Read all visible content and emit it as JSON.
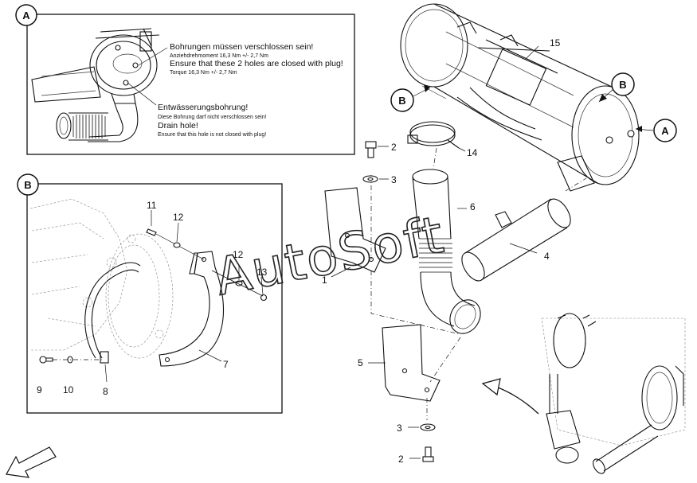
{
  "callouts": {
    "a": "A",
    "b": "B",
    "a_right": "A",
    "b_top": "B",
    "b_right": "B"
  },
  "panel_a": {
    "line1_de": "Bohrungen müssen verschlossen sein!",
    "line1_de_torque": "Anziehdrehmoment 16,3 Nm +/- 2,7 Nm",
    "line1_en": "Ensure that these 2 holes are closed with plug!",
    "line1_en_torque": "Torque 16,3 Nm +/- 2,7 Nm",
    "line2_de": "Entwässerungsbohrung!",
    "line2_de_small": "Diese Bohrung darf nicht verschlossen sein!",
    "line2_en": "Drain hole!",
    "line2_en_small": "Ensure that this hole is not closed with plug!"
  },
  "part_numbers": {
    "n1": "1",
    "n2_top": "2",
    "n2_bottom": "2",
    "n3_top": "3",
    "n3_bottom": "3",
    "n4": "4",
    "n5": "5",
    "n6": "6",
    "n7": "7",
    "n8": "8",
    "n9": "9",
    "n10": "10",
    "n11": "11",
    "n12a": "12",
    "n12b": "12",
    "n13": "13",
    "n14": "14",
    "n15": "15"
  },
  "watermark": "AutoSoft"
}
